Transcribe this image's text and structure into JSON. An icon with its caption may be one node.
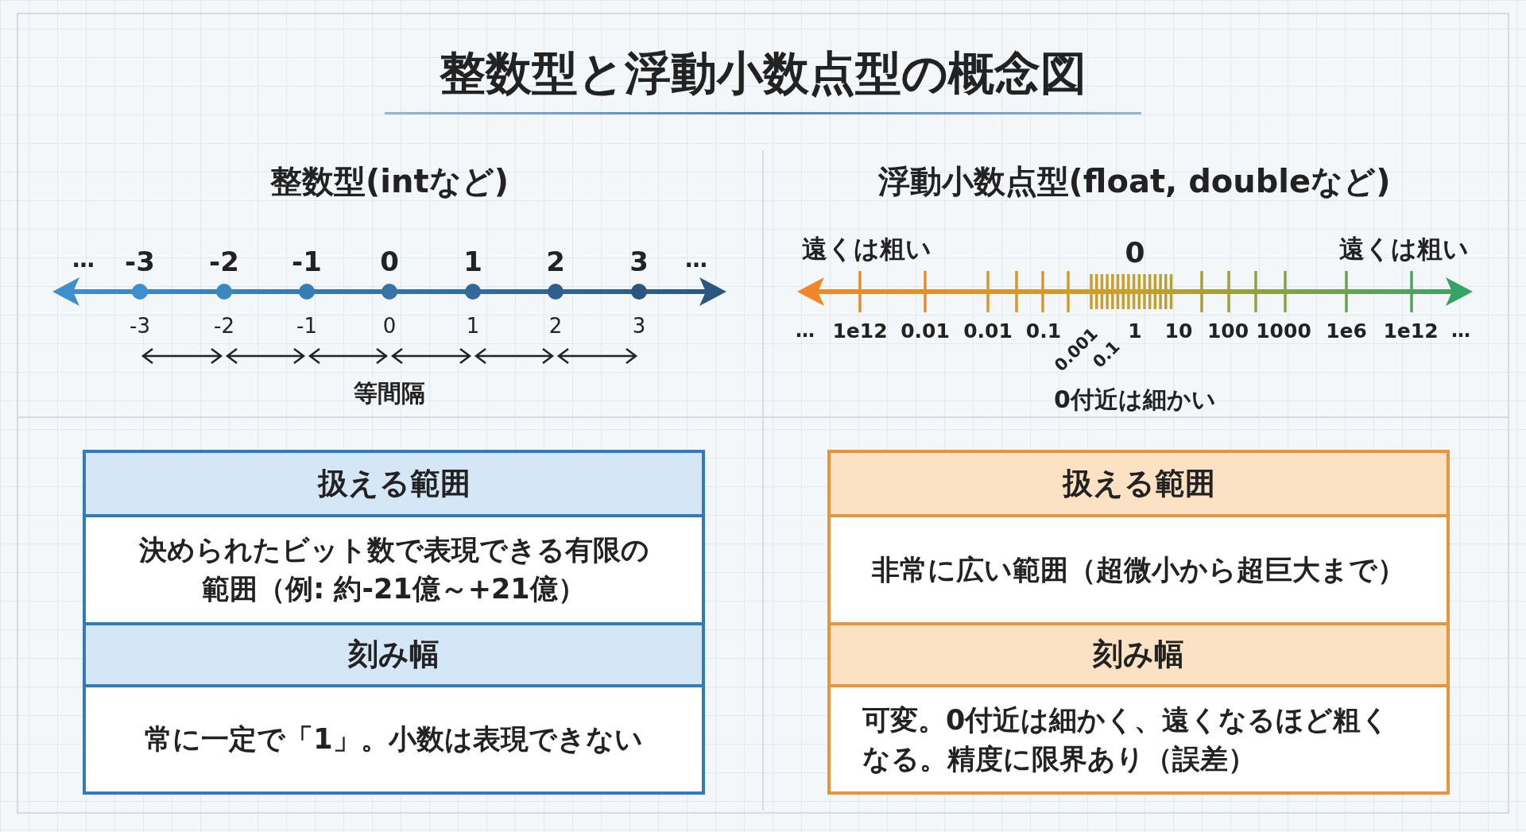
{
  "diagram": {
    "title": "整数型と浮動小数点型の概念図",
    "nodes": [
      {
        "text": [],
        "shape": "box"
      },
      {
        "text": [
          "扱える範囲"
        ],
        "in": 0
      },
      {
        "text": [
          "決められたビット数で表現できる有限の範囲（例: 約-21億～+21億）"
        ],
        "in": 0
      },
      {
        "text": [
          "刻み幅"
        ],
        "in": 0
      },
      {
        "text": [
          "常に一定で「1」。小数は表現できない"
        ],
        "in": 0
      },
      {
        "text": [],
        "shape": "box"
      },
      {
        "text": [
          "扱える範囲"
        ],
        "in": 5
      },
      {
        "text": [
          "非常に広い範囲（超微小から超巨大まで）"
        ],
        "in": 5
      },
      {
        "text": [
          "刻み幅"
        ],
        "in": 5
      },
      {
        "text": [
          "可変。0付近は細かく、遠くなるほど粗くなる。精度に限界あり（誤差）"
        ],
        "in": 5
      }
    ],
    "labels": [
      "整数型(intなど)",
      "浮動小数点型(float, doubleなど)",
      "…",
      "-3",
      "-2",
      "-1",
      "0",
      "1",
      "2",
      "3",
      "…",
      "-3",
      "-2",
      "-1",
      "0",
      "1",
      "2",
      "3",
      "等間隔",
      "遠くは粗い",
      "0",
      "遠くは粗い",
      "…",
      "1e12",
      "0.01",
      "0.01",
      "0.1",
      "1",
      "10",
      "100",
      "1000",
      "1e6",
      "1e12",
      "…",
      "0.001",
      "0.1",
      "0付近は細かい"
    ]
  }
}
